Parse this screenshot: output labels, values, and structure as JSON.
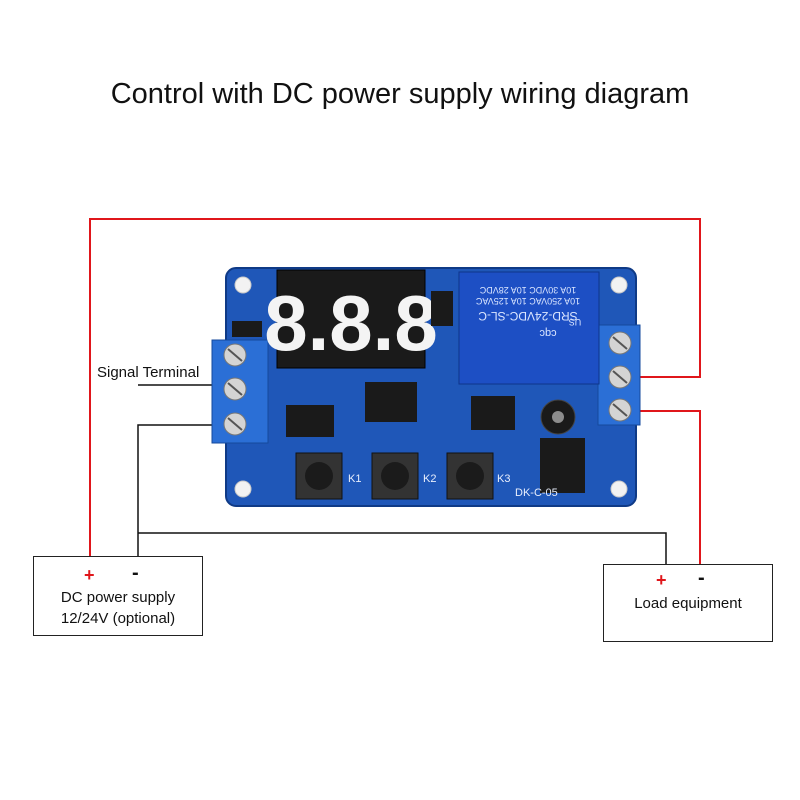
{
  "title": "Control with DC power supply wiring diagram",
  "labels": {
    "signal_terminal": "Signal Terminal"
  },
  "dc_supply": {
    "plus": "+",
    "minus": "-",
    "line1": "DC power supply",
    "line2": "12/24V (optional)"
  },
  "load": {
    "plus": "+",
    "minus": "-",
    "label": "Load equipment"
  },
  "board": {
    "relay_model": "SRD-24VDC-SL-C",
    "relay_rating_1": "10A 250VAC  10A 125VAC",
    "relay_rating_2": "10A 30VDC  10A 28VDC",
    "relay_cert": "cqc",
    "relay_us": "US",
    "buttons": [
      "K1",
      "K2",
      "K3"
    ],
    "model": "DK-C-05",
    "display": "8.8.8"
  },
  "colors": {
    "wire_positive": "#e0161b",
    "wire_negative": "#111111",
    "pcb": "#1f57b8",
    "terminal": "#2b6fd6",
    "relay": "#1d4fc4"
  }
}
